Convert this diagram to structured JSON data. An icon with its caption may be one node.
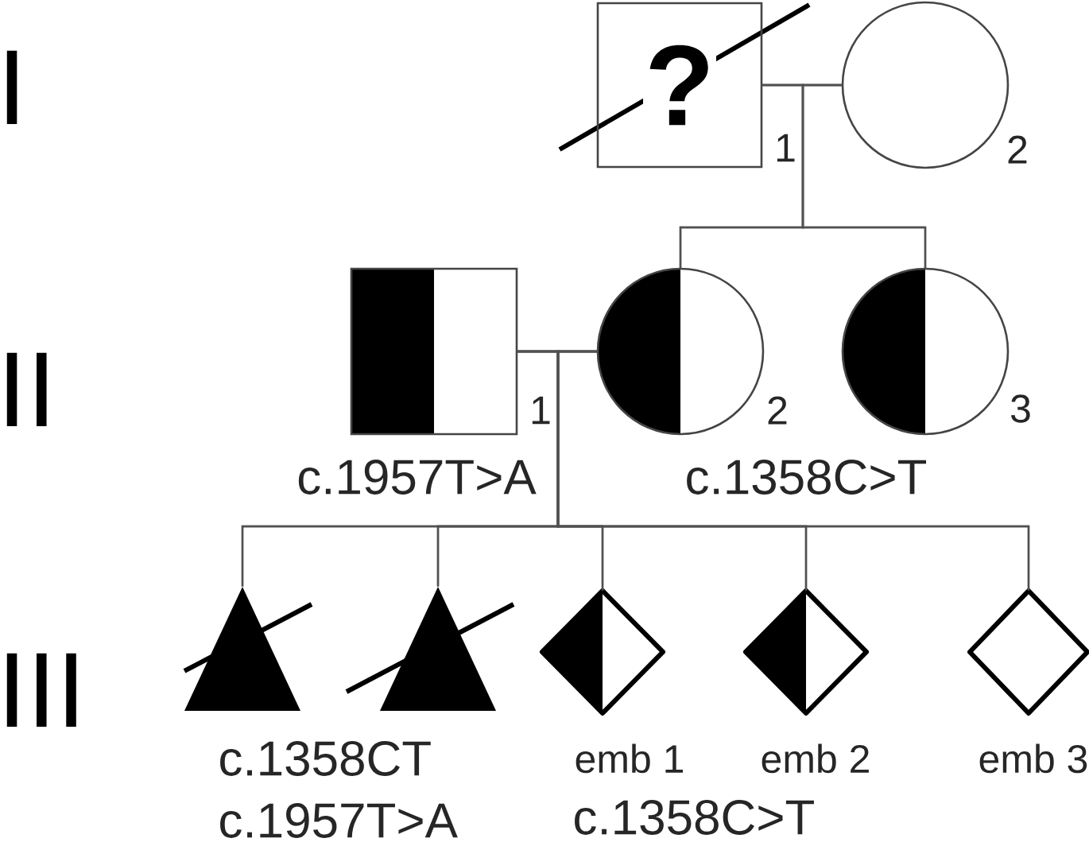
{
  "diagram": {
    "nodes": [
      {
        "text": [
          "?"
        ],
        "beside": [
          "1"
        ]
      },
      {
        "text": [],
        "shape": "circle",
        "beside": [
          "2"
        ]
      },
      {
        "text": [],
        "shape": "box",
        "beside": [
          "1",
          "c.1957T>A"
        ]
      },
      {
        "text": [],
        "shape": "circle",
        "beside": [
          "2"
        ]
      },
      {
        "text": [],
        "shape": "circle",
        "beside": [
          "3"
        ]
      },
      {
        "text": [],
        "shape": "triangle"
      },
      {
        "text": [],
        "shape": "triangle"
      },
      {
        "text": [],
        "shape": "diamond",
        "beside": [
          "emb 1"
        ]
      },
      {
        "text": [],
        "shape": "diamond",
        "beside": [
          "emb 2"
        ]
      },
      {
        "text": [],
        "shape": "diamond",
        "beside": [
          "emb 3"
        ]
      }
    ],
    "edges": [
      {
        "from": 0,
        "to": 1,
        "arrow": "none"
      },
      {
        "from": 0,
        "to": 3,
        "arrow": "none"
      },
      {
        "from": 1,
        "to": 3,
        "arrow": "none"
      },
      {
        "from": 0,
        "to": 4,
        "arrow": "none"
      },
      {
        "from": 1,
        "to": 4,
        "arrow": "none"
      },
      {
        "from": 2,
        "to": 3,
        "arrow": "none"
      },
      {
        "from": 2,
        "to": 5,
        "arrow": "none"
      },
      {
        "from": 3,
        "to": 5,
        "arrow": "none"
      },
      {
        "from": 2,
        "to": 6,
        "arrow": "none"
      },
      {
        "from": 3,
        "to": 6,
        "arrow": "none"
      },
      {
        "from": 2,
        "to": 7,
        "arrow": "none"
      },
      {
        "from": 3,
        "to": 7,
        "arrow": "none"
      },
      {
        "from": 2,
        "to": 8,
        "arrow": "none"
      },
      {
        "from": 3,
        "to": 8,
        "arrow": "none"
      },
      {
        "from": 2,
        "to": 9,
        "arrow": "none"
      },
      {
        "from": 3,
        "to": 9,
        "arrow": "none"
      }
    ],
    "labels": [
      "I",
      "II",
      "c.1358C>T",
      "III",
      "c.1358CT",
      "c.1957T>A",
      "c.1358C>T"
    ]
  }
}
